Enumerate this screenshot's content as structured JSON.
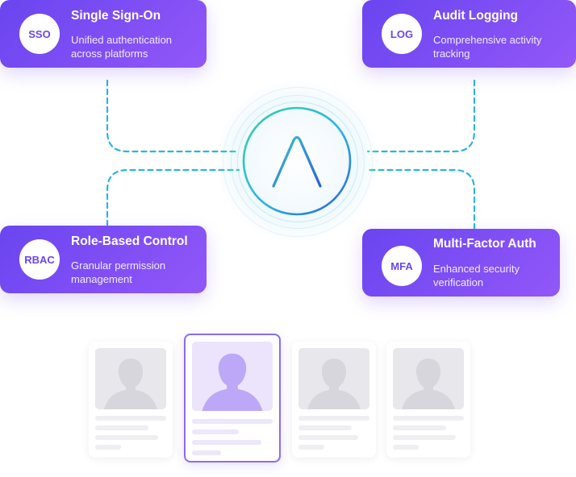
{
  "features": [
    {
      "badge": "SSO",
      "title": "Single Sign-On",
      "description": "Unified authentication across platforms"
    },
    {
      "badge": "LOG",
      "title": "Audit Logging",
      "description": "Comprehensive activity tracking"
    },
    {
      "badge": "RBAC",
      "title": "Role-Based Control",
      "description": "Granular permission management"
    },
    {
      "badge": "MFA",
      "title": "Multi-Factor Auth",
      "description": "Enhanced security verification"
    }
  ],
  "hub": {
    "icon": "lambda-logo-icon"
  },
  "profiles": {
    "count": 4,
    "selected_index": 1
  },
  "colors": {
    "card_gradient_start": "#6a45f0",
    "card_gradient_end": "#9257f8",
    "connector_blue": "#2bb3e6",
    "connector_green": "#34d4a4",
    "hub_ring_start": "#36d3a6",
    "hub_ring_end": "#2a5fd8",
    "selected_border": "#8b6cf0"
  }
}
